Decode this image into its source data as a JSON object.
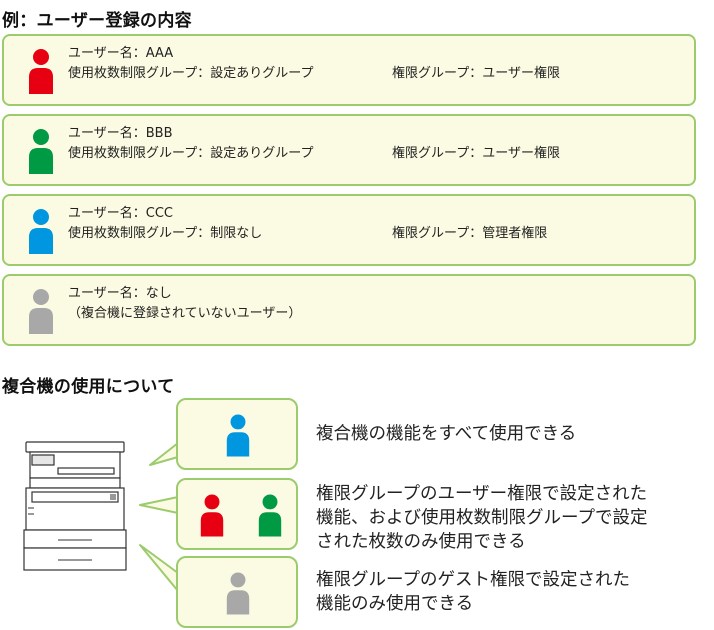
{
  "example": {
    "heading": "例：ユーザー登録の内容",
    "cards": [
      {
        "color": "#e60012",
        "name": "ユーザー名：AAA",
        "detail": "使用枚数制限グループ：設定ありグループ",
        "permission": "権限グループ：ユーザー権限"
      },
      {
        "color": "#009a44",
        "name": "ユーザー名：BBB",
        "detail": "使用枚数制限グループ：設定ありグループ",
        "permission": "権限グループ：ユーザー権限"
      },
      {
        "color": "#0097e0",
        "name": "ユーザー名：CCC",
        "detail": "使用枚数制限グループ：制限なし",
        "permission": "権限グループ：管理者権限"
      },
      {
        "color": "#a8a8a8",
        "name": "ユーザー名：なし",
        "detail": "（複合機に登録されていないユーザー）",
        "permission": ""
      }
    ]
  },
  "usage": {
    "heading": "複合機の使用について",
    "items": [
      {
        "lines": [
          "複合機の機能をすべて使用できる"
        ]
      },
      {
        "lines": [
          "権限グループのユーザー権限で設定された",
          "機能、および使用枚数制限グループで設定",
          "された枚数のみ使用できる"
        ]
      },
      {
        "lines": [
          "権限グループのゲスト権限で設定された",
          "機能のみ使用できる"
        ]
      }
    ]
  }
}
